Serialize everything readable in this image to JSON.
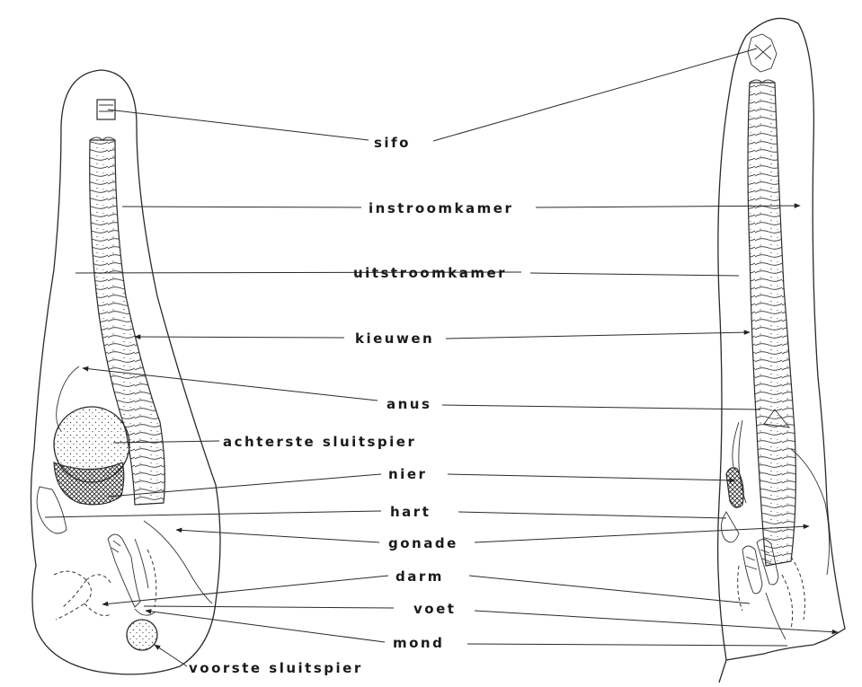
{
  "labels": {
    "sifo": "sifo",
    "instroomkamer": "instroomkamer",
    "uitstroomkamer": "uitstroomkamer",
    "kieuwen": "kieuwen",
    "anus": "anus",
    "achterste_sluitspier": "achterste sluitspier",
    "nier": "nier",
    "hart": "hart",
    "gonade": "gonade",
    "darm": "darm",
    "voet": "voet",
    "mond": "mond",
    "voorste_sluitspier": "voorste sluitspier"
  },
  "colors": {
    "ink": "#2a2a2a",
    "background": "#ffffff"
  }
}
